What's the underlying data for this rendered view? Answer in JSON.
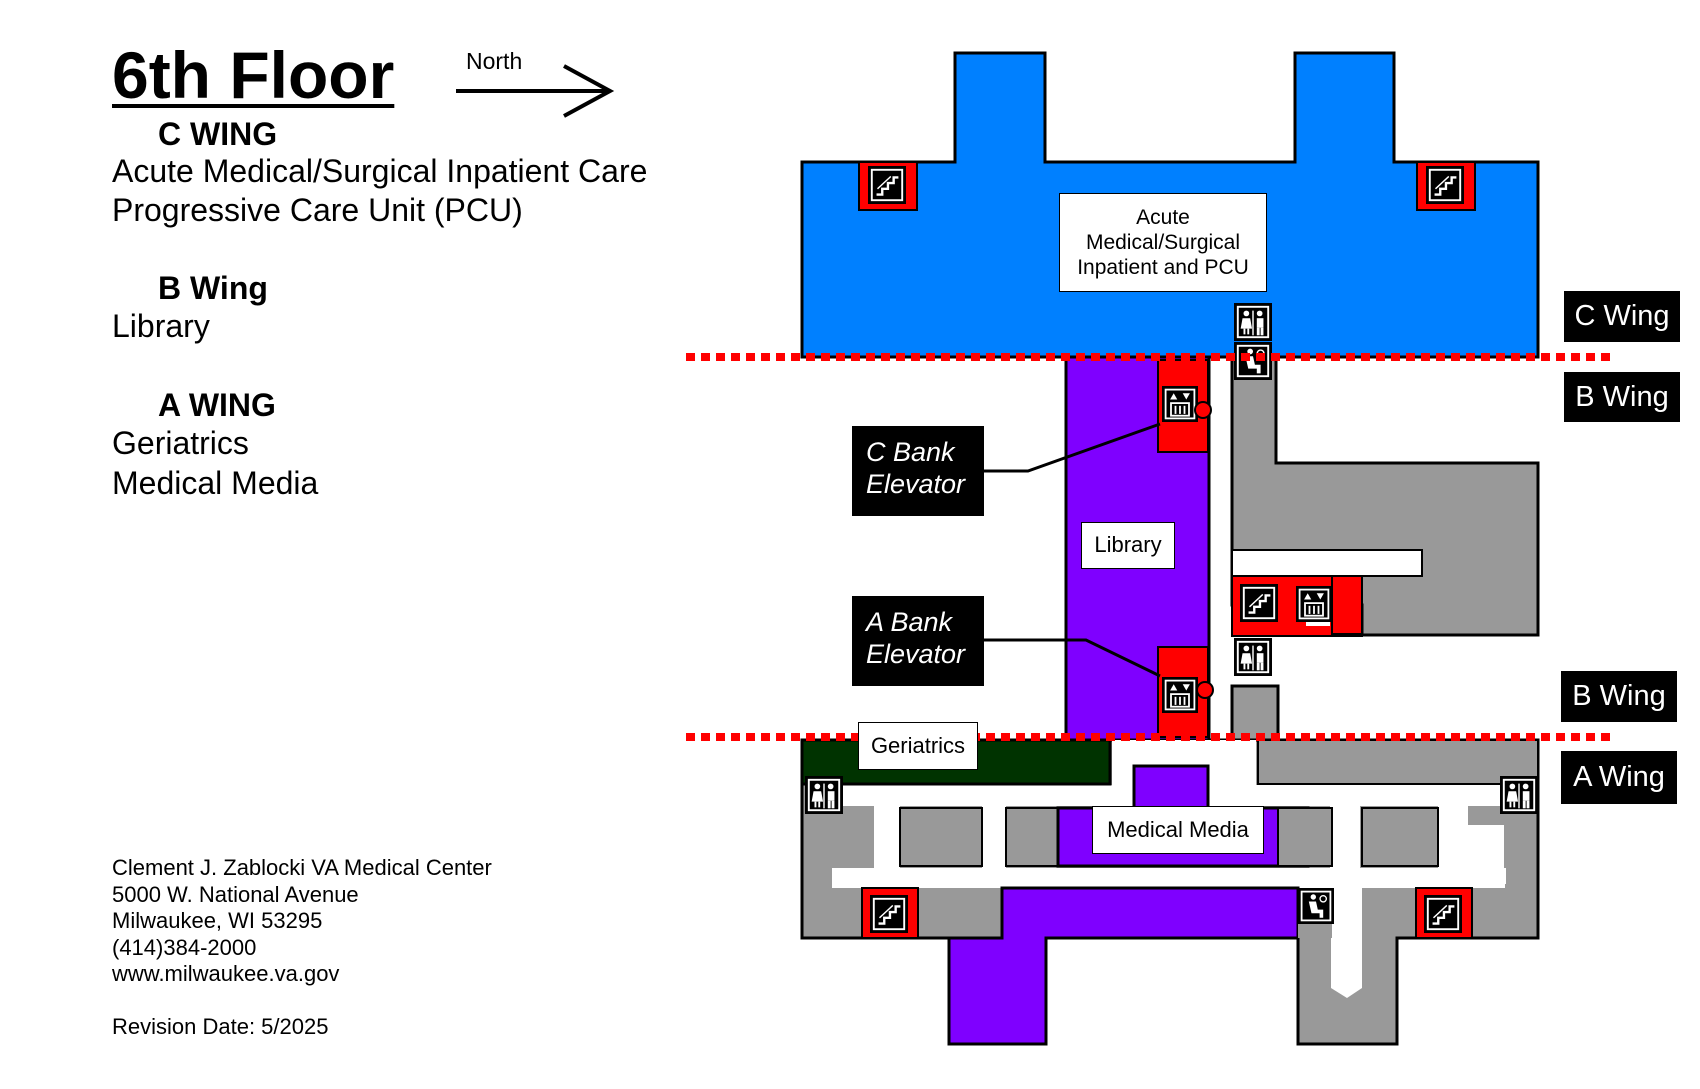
{
  "header": {
    "title": "6th Floor",
    "north_label": "North"
  },
  "directory": [
    {
      "wing": "C WING",
      "services": [
        "Acute Medical/Surgical Inpatient Care",
        "Progressive Care Unit (PCU)"
      ]
    },
    {
      "wing": "B Wing",
      "services": [
        "Library"
      ]
    },
    {
      "wing": "A WING",
      "services": [
        "Geriatrics",
        "Medical Media"
      ]
    }
  ],
  "facility": {
    "name": "Clement J. Zablocki VA Medical Center",
    "street": "5000 W. National Avenue",
    "city": "Milwaukee, WI 53295",
    "phone": "(414)384-2000",
    "website": "www.milwaukee.va.gov",
    "revision": "Revision Date: 5/2025"
  },
  "map": {
    "rooms": {
      "acute": "Acute\nMedical/Surgical\nInpatient and PCU",
      "library": "Library",
      "geriatrics": "Geriatrics",
      "medical_media": "Medical Media"
    },
    "elevators": {
      "c_bank": "C Bank\nElevator",
      "a_bank": "A Bank\nElevator"
    },
    "wing_tags": {
      "c_wing": "C Wing",
      "b_wing_top": "B Wing",
      "b_wing_bottom": "B Wing",
      "a_wing": "A Wing"
    },
    "icons": [
      "stairs-icon",
      "elevator-icon",
      "restroom-icon",
      "accessible-restroom-icon"
    ],
    "colors": {
      "c_wing_area": "#0080ff",
      "library_area": "#7f00ff",
      "geriatrics_area": "#003300",
      "service_area": "#999999",
      "core_red": "#ff0000",
      "wing_boundary": "#ff0000"
    }
  }
}
